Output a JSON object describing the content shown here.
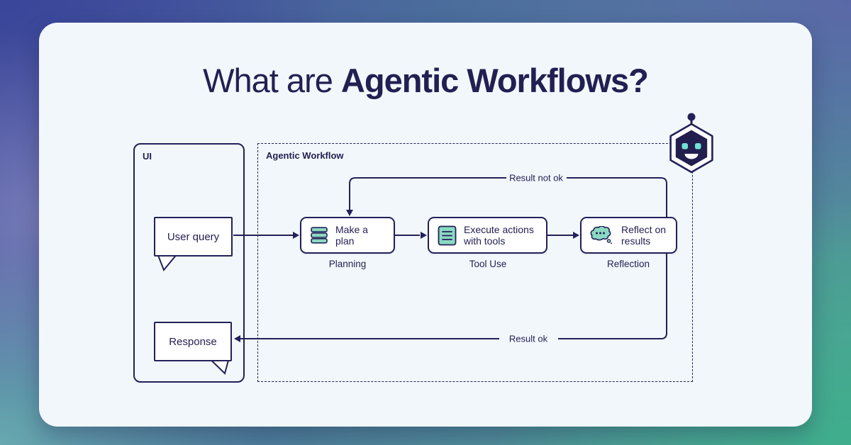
{
  "title": {
    "prefix": "What are ",
    "bold": "Agentic Workflows?"
  },
  "ui_panel": {
    "label": "UI",
    "user_query": "User query",
    "response": "Response"
  },
  "workflow_panel": {
    "label": "Agentic Workflow",
    "steps": [
      {
        "label": "Make a plan",
        "sublabel": "Planning",
        "icon": "stack-icon"
      },
      {
        "label": "Execute actions with tools",
        "sublabel": "Tool Use",
        "icon": "document-list-icon"
      },
      {
        "label": "Reflect on results",
        "sublabel": "Reflection",
        "icon": "thought-bubble-icon"
      }
    ],
    "edges": {
      "loop_back": "Result not ok",
      "success": "Result ok"
    }
  },
  "mascot": {
    "icon": "robot-mascot-icon"
  },
  "colors": {
    "navy": "#232159",
    "teal_icon": "#8bd9c2",
    "teal_eyes": "#72e2d4",
    "card_bg": "#f2f7fb",
    "bg_indigo": "#3a4699",
    "bg_green": "#3fae8c"
  }
}
